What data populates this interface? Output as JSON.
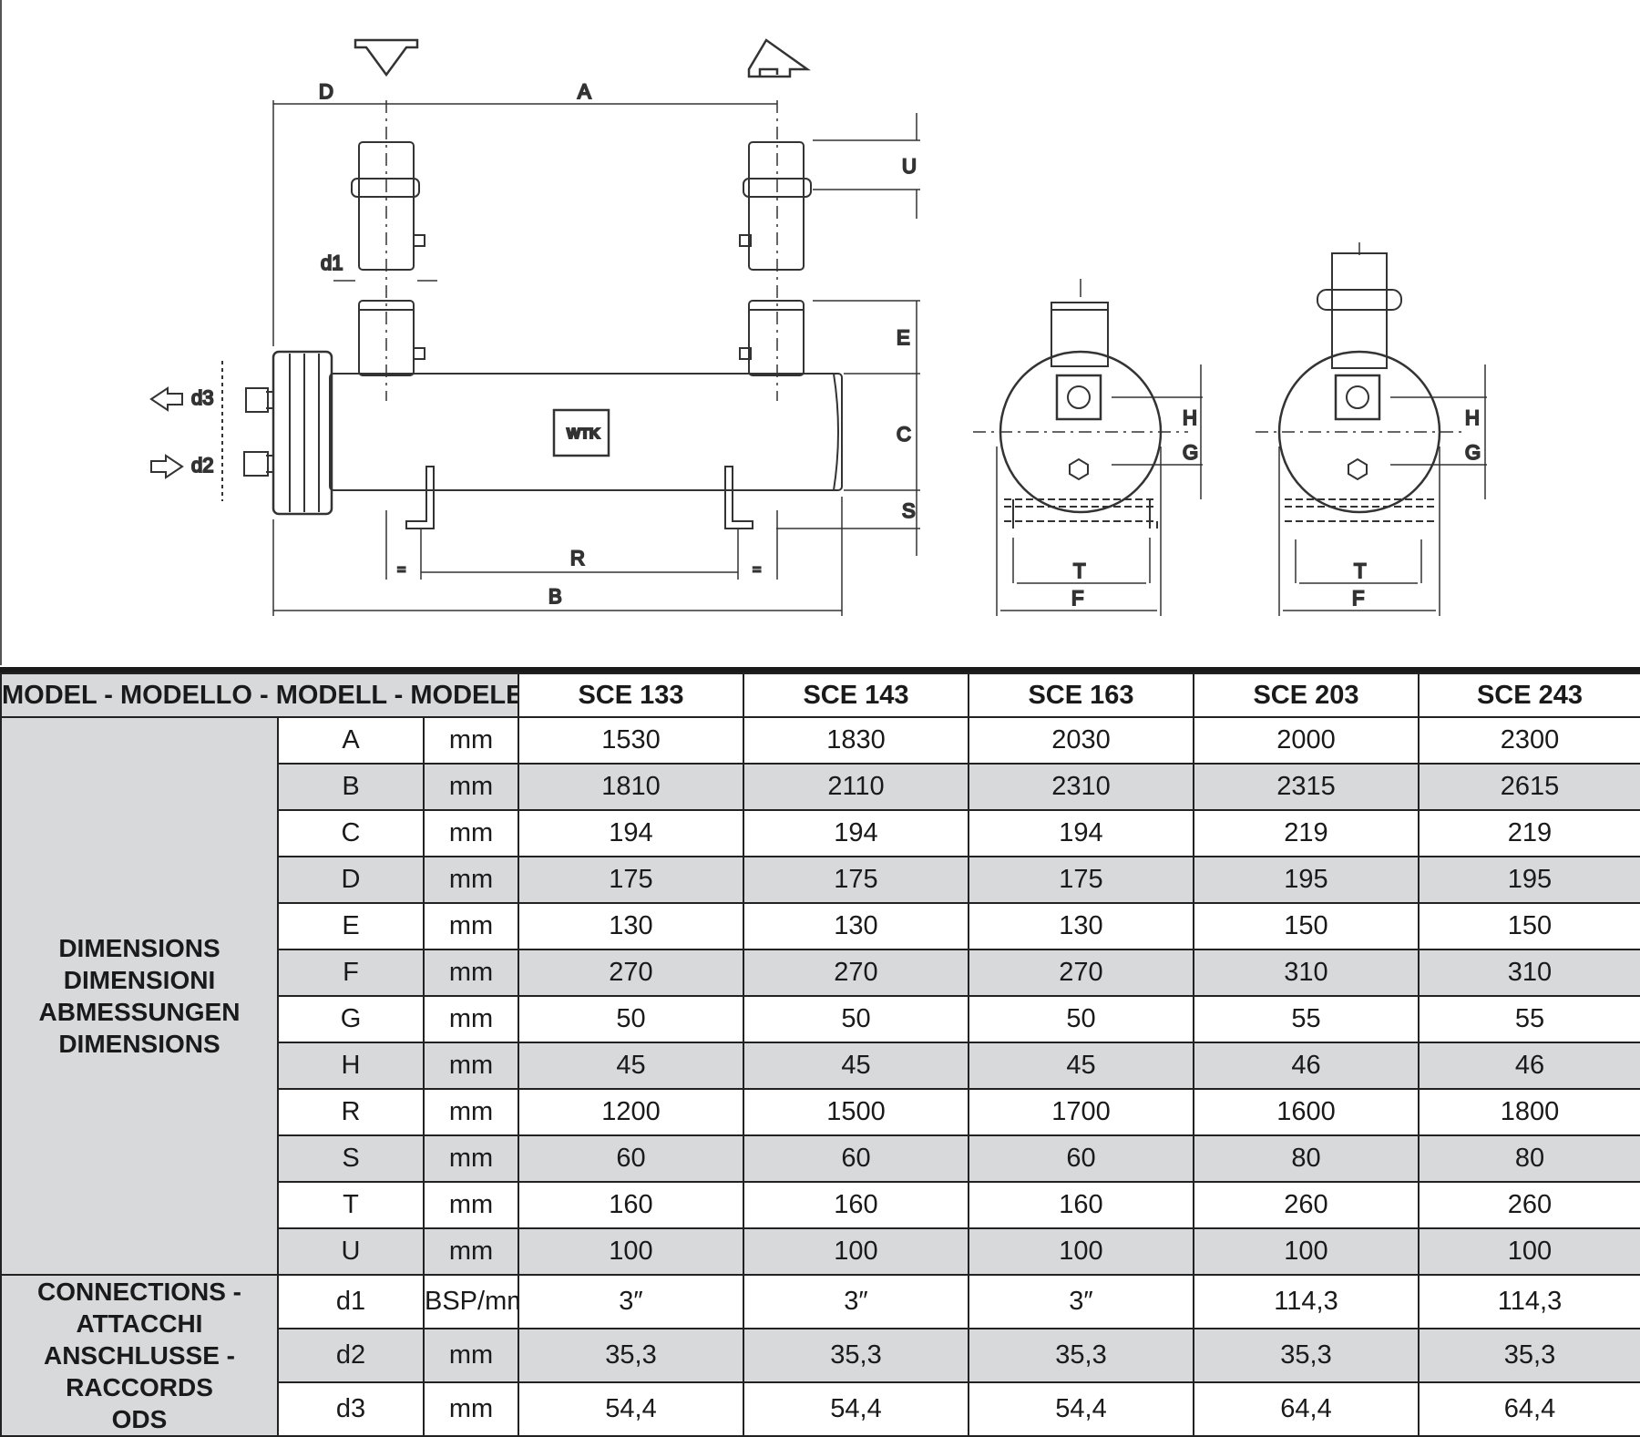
{
  "drawing": {
    "dimension_labels": {
      "A": "A",
      "B": "B",
      "C": "C",
      "D": "D",
      "E": "E",
      "F": "F",
      "G": "G",
      "H": "H",
      "R": "R",
      "S": "S",
      "T": "T",
      "U": "U",
      "eq": "="
    },
    "connection_labels": {
      "d1": "d1",
      "d2": "d2",
      "d3": "d3"
    },
    "logo_text": "WTK"
  },
  "table": {
    "header": {
      "model_label": "MODEL - MODELLO - MODELL - MODELE",
      "models": [
        "SCE 133",
        "SCE 143",
        "SCE 163",
        "SCE 203",
        "SCE 243"
      ]
    },
    "dimensions_group": [
      "DIMENSIONS",
      "DIMENSIONI",
      "ABMESSUNGEN",
      "DIMENSIONS"
    ],
    "connections_group": [
      "CONNECTIONS - ATTACCHI",
      "ANSCHLUSSE - RACCORDS",
      "ODS"
    ],
    "rows": [
      {
        "param": "A",
        "unit": "mm",
        "values": [
          "1530",
          "1830",
          "2030",
          "2000",
          "2300"
        ]
      },
      {
        "param": "B",
        "unit": "mm",
        "values": [
          "1810",
          "2110",
          "2310",
          "2315",
          "2615"
        ]
      },
      {
        "param": "C",
        "unit": "mm",
        "values": [
          "194",
          "194",
          "194",
          "219",
          "219"
        ]
      },
      {
        "param": "D",
        "unit": "mm",
        "values": [
          "175",
          "175",
          "175",
          "195",
          "195"
        ]
      },
      {
        "param": "E",
        "unit": "mm",
        "values": [
          "130",
          "130",
          "130",
          "150",
          "150"
        ]
      },
      {
        "param": "F",
        "unit": "mm",
        "values": [
          "270",
          "270",
          "270",
          "310",
          "310"
        ]
      },
      {
        "param": "G",
        "unit": "mm",
        "values": [
          "50",
          "50",
          "50",
          "55",
          "55"
        ]
      },
      {
        "param": "H",
        "unit": "mm",
        "values": [
          "45",
          "45",
          "45",
          "46",
          "46"
        ]
      },
      {
        "param": "R",
        "unit": "mm",
        "values": [
          "1200",
          "1500",
          "1700",
          "1600",
          "1800"
        ]
      },
      {
        "param": "S",
        "unit": "mm",
        "values": [
          "60",
          "60",
          "60",
          "80",
          "80"
        ]
      },
      {
        "param": "T",
        "unit": "mm",
        "values": [
          "160",
          "160",
          "160",
          "260",
          "260"
        ]
      },
      {
        "param": "U",
        "unit": "mm",
        "values": [
          "100",
          "100",
          "100",
          "100",
          "100"
        ]
      },
      {
        "param": "d1",
        "unit": "BSP/mm",
        "values": [
          "3″",
          "3″",
          "3″",
          "114,3",
          "114,3"
        ]
      },
      {
        "param": "d2",
        "unit": "mm",
        "values": [
          "35,3",
          "35,3",
          "35,3",
          "35,3",
          "35,3"
        ]
      },
      {
        "param": "d3",
        "unit": "mm",
        "values": [
          "54,4",
          "54,4",
          "54,4",
          "64,4",
          "64,4"
        ]
      }
    ]
  }
}
